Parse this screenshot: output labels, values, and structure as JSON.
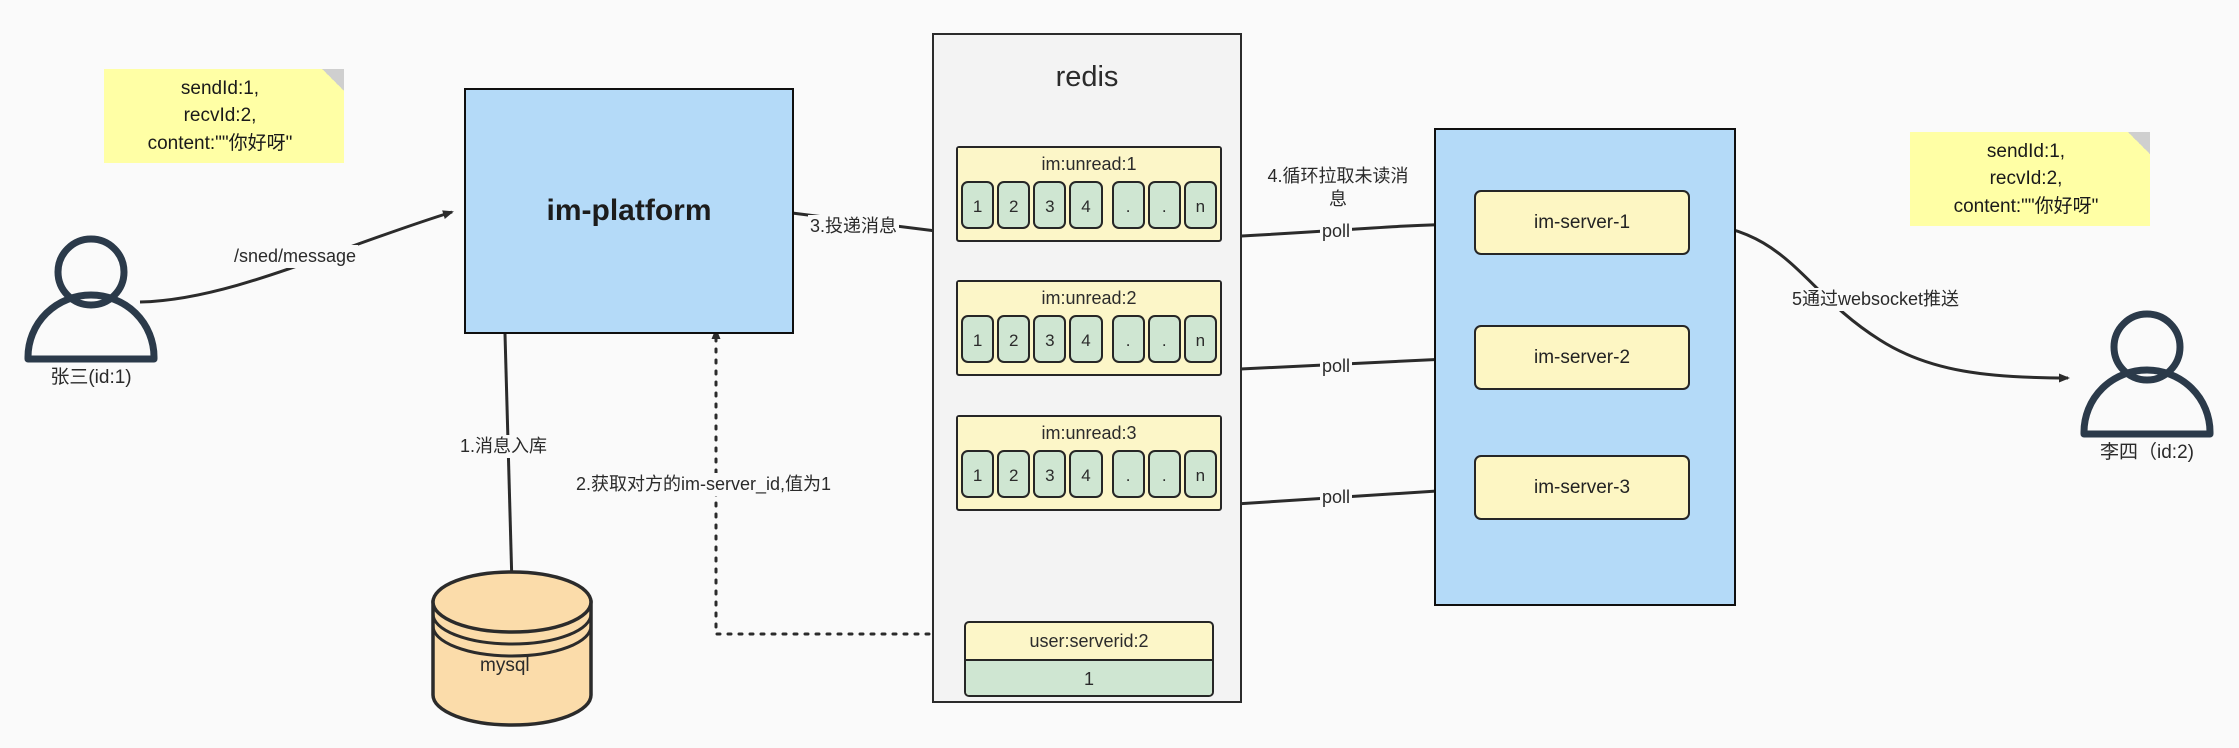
{
  "diagram": {
    "title": "IM message delivery architecture",
    "colors": {
      "background": "#fafafa",
      "note_yellow": "#ffffa5",
      "box_blue": "#b4daf8",
      "cell_green": "#cfe6d2",
      "key_yellow": "#fcf6c8",
      "db_orange": "#fbdcaa",
      "stroke": "#262626"
    }
  },
  "notes": {
    "left": "sendId:1,\nrecvId:2,\ncontent:\"\"你好呀\"",
    "right": "sendId:1,\nrecvId:2,\ncontent:\"\"你好呀\""
  },
  "actors": {
    "sender": {
      "label": "张三(id:1)",
      "icon": "person-icon"
    },
    "receiver": {
      "label": "李四（id:2)",
      "icon": "person-icon"
    }
  },
  "nodes": {
    "platform": "im-platform",
    "mysql": "mysql",
    "redis": "redis"
  },
  "redis": {
    "lists": [
      {
        "key": "im:unread:1",
        "cells": [
          "1",
          "2",
          "3",
          "4",
          ".",
          ".",
          "n"
        ]
      },
      {
        "key": "im:unread:2",
        "cells": [
          "1",
          "2",
          "3",
          "4",
          ".",
          ".",
          "n"
        ]
      },
      {
        "key": "im:unread:3",
        "cells": [
          "1",
          "2",
          "3",
          "4",
          ".",
          ".",
          "n"
        ]
      }
    ],
    "kv": {
      "key": "user:serverid:2",
      "value": "1"
    }
  },
  "servers": [
    {
      "label": "im-server-1"
    },
    {
      "label": "im-server-2"
    },
    {
      "label": "im-server-3"
    }
  ],
  "edges": {
    "send_message": "/sned/message",
    "step1": "1.消息入库",
    "step2": "2.获取对方的im-server_id,值为1",
    "step3": "3.投递消息",
    "step4": "4.循环拉取未读消\n息",
    "step5": "5通过websocket推送",
    "poll1": "poll",
    "poll2": "poll",
    "poll3": "poll"
  }
}
